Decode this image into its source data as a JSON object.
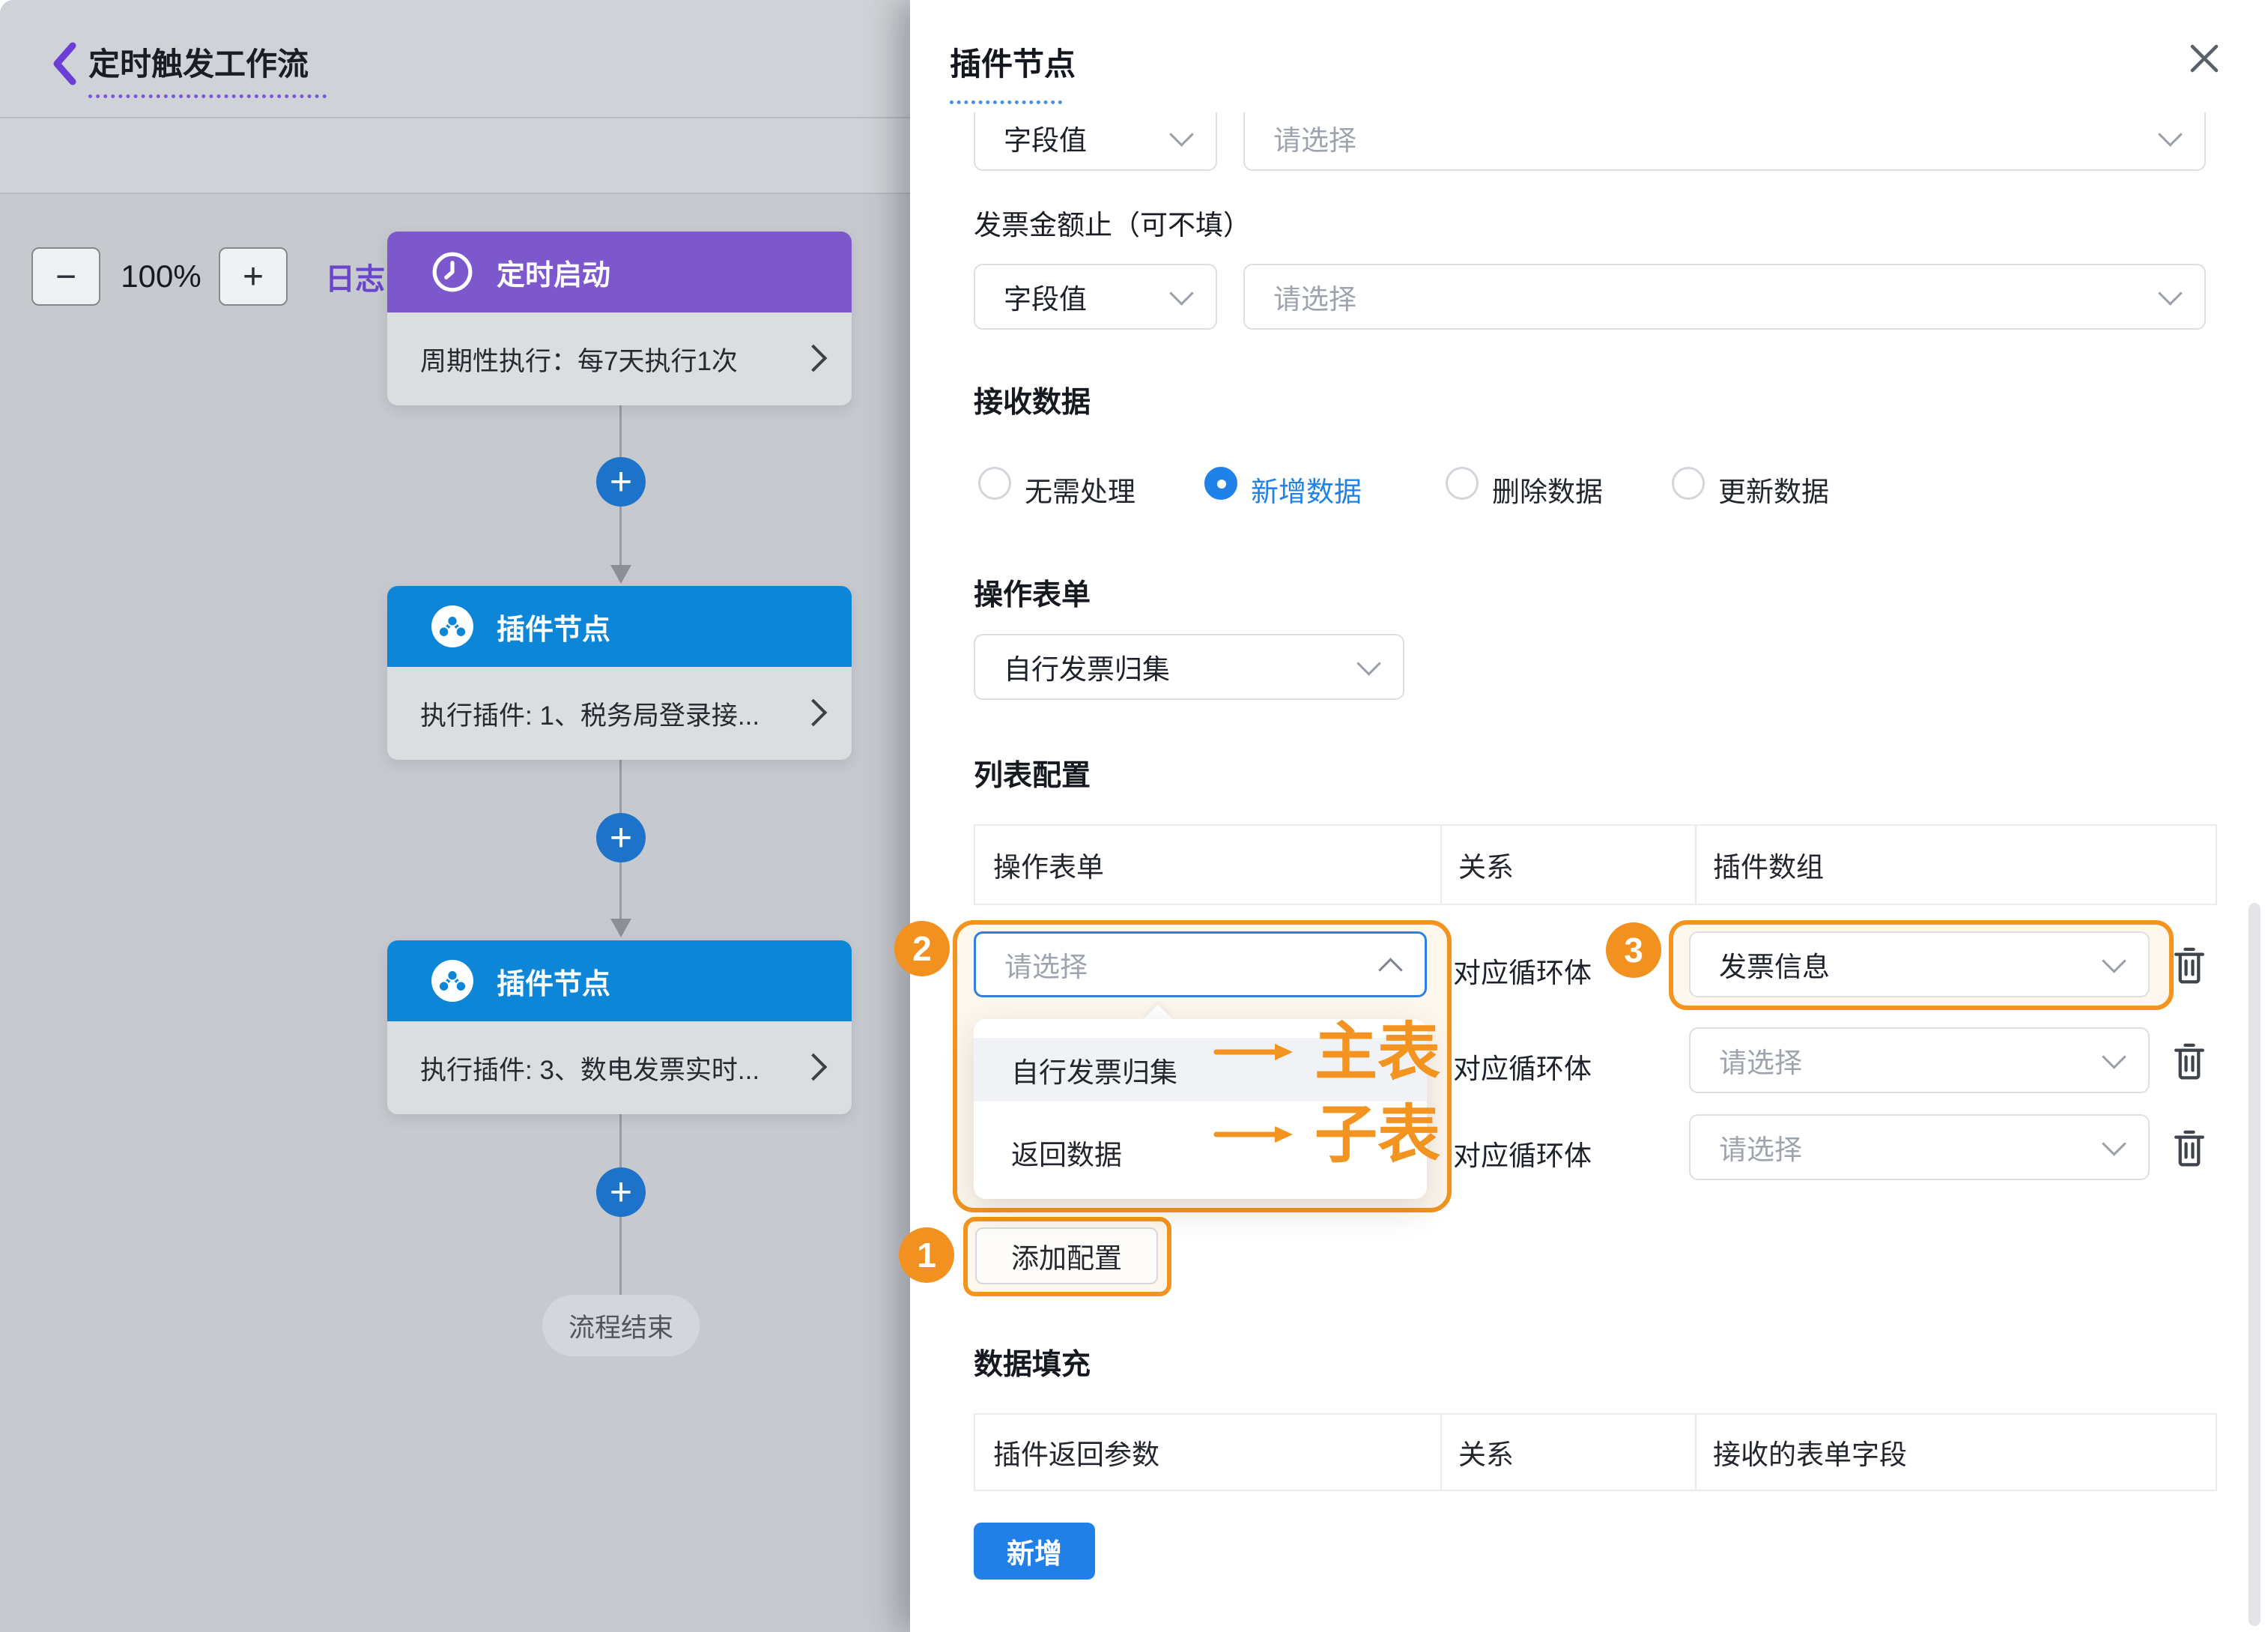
{
  "colors": {
    "accent_blue": "#2082e8",
    "node_blue": "#0d86d7",
    "node_purple": "#7d58cc",
    "annotation_orange": "#f2941f",
    "link_purple": "#6b44cc"
  },
  "icons": {
    "back": "chevron-left",
    "timer": "clock",
    "plugin": "share-nodes",
    "add_node": "plus",
    "close": "x",
    "delete": "trash",
    "select_open": "chevron-up",
    "select_closed": "chevron-down",
    "node_more": "chevron-right"
  },
  "canvas": {
    "title": "定时触发工作流",
    "zoom_out": "−",
    "zoom_level": "100%",
    "zoom_in": "+",
    "log_label": "日志",
    "nodes": [
      {
        "title": "定时启动",
        "subtitle": "周期性执行：每7天执行1次"
      },
      {
        "title": "插件节点",
        "subtitle": "执行插件: 1、税务局登录接..."
      },
      {
        "title": "插件节点",
        "subtitle": "执行插件: 3、数电发票实时..."
      }
    ],
    "plus_glyph": "+",
    "end_label": "流程结束"
  },
  "panel": {
    "title": "插件节点",
    "row_top": {
      "type_value": "字段值",
      "value_placeholder": "请选择"
    },
    "amount_label": "发票金额止（可不填）",
    "row_amount": {
      "type_value": "字段值",
      "value_placeholder": "请选择"
    },
    "receive": {
      "label": "接收数据",
      "options": [
        {
          "label": "无需处理",
          "selected": false
        },
        {
          "label": "新增数据",
          "selected": true
        },
        {
          "label": "删除数据",
          "selected": false
        },
        {
          "label": "更新数据",
          "selected": false
        }
      ]
    },
    "form_section": {
      "label": "操作表单",
      "value": "自行发票归集"
    },
    "list_config": {
      "label": "列表配置",
      "columns": [
        "操作表单",
        "关系",
        "插件数组"
      ],
      "open_select_placeholder": "请选择",
      "rows": [
        {
          "relation": "对应循环体",
          "array_value": "发票信息"
        },
        {
          "relation": "对应循环体",
          "array_placeholder": "请选择"
        },
        {
          "relation": "对应循环体",
          "array_placeholder": "请选择"
        }
      ],
      "dropdown_options": [
        {
          "label": "自行发票归集",
          "annotation": "主表"
        },
        {
          "label": "返回数据",
          "annotation": "子表"
        }
      ],
      "add_button": "添加配置"
    },
    "badges": [
      "1",
      "2",
      "3"
    ],
    "data_fill": {
      "label": "数据填充",
      "columns": [
        "插件返回参数",
        "关系",
        "接收的表单字段"
      ],
      "add_button": "新增"
    }
  }
}
